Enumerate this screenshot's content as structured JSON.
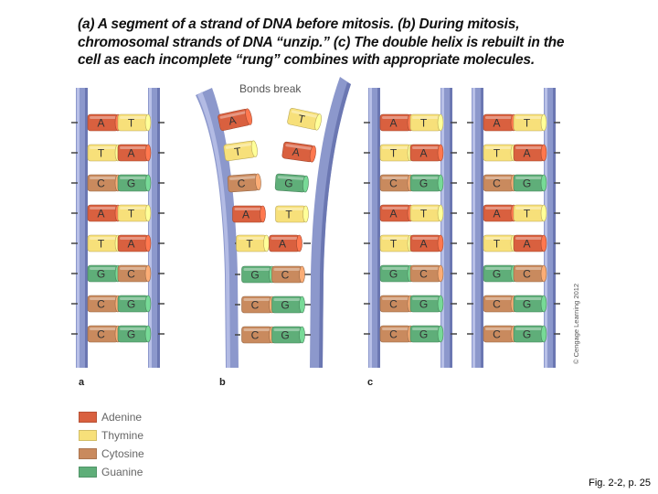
{
  "caption": "(a) A segment of a strand of DNA before mitosis. (b) During mitosis, chromosomal strands of DNA “unzip.” (c) The double helix is rebuilt in the cell as each incomplete “rung” combines with appropriate molecules.",
  "bonds_label": "Bonds break",
  "copyright": "© Cengage Learning 2012",
  "panel_labels": {
    "a": "a",
    "b": "b",
    "c": "c"
  },
  "pairs": [
    {
      "left": "A",
      "right": "T",
      "left_type": "adenine",
      "right_type": "thymine"
    },
    {
      "left": "T",
      "right": "A",
      "left_type": "thymine",
      "right_type": "adenine"
    },
    {
      "left": "C",
      "right": "G",
      "left_type": "cytosine",
      "right_type": "guanine"
    },
    {
      "left": "A",
      "right": "T",
      "left_type": "adenine",
      "right_type": "thymine"
    },
    {
      "left": "T",
      "right": "A",
      "left_type": "thymine",
      "right_type": "adenine"
    },
    {
      "left": "G",
      "right": "C",
      "left_type": "guanine",
      "right_type": "cytosine"
    },
    {
      "left": "C",
      "right": "G",
      "left_type": "cytosine",
      "right_type": "guanine"
    },
    {
      "left": "C",
      "right": "G",
      "left_type": "cytosine",
      "right_type": "guanine"
    }
  ],
  "unzipped_pairs": [
    {
      "left": "A",
      "right": "T",
      "left_type": "adenine",
      "right_type": "thymine"
    },
    {
      "left": "T",
      "right": "A",
      "left_type": "thymine",
      "right_type": "adenine"
    },
    {
      "left": "C",
      "right": "G",
      "left_type": "cytosine",
      "right_type": "guanine"
    },
    {
      "left": "A",
      "right": "T",
      "left_type": "adenine",
      "right_type": "thymine"
    },
    {
      "left": "T",
      "right": "A",
      "left_type": "thymine",
      "right_type": "adenine"
    },
    {
      "left": "G",
      "right": "C",
      "left_type": "guanine",
      "right_type": "cytosine"
    },
    {
      "left": "C",
      "right": "G",
      "left_type": "cytosine",
      "right_type": "guanine"
    },
    {
      "left": "C",
      "right": "G",
      "left_type": "cytosine",
      "right_type": "guanine"
    }
  ],
  "colors": {
    "adenine": "#d9603f",
    "thymine": "#f7e07a",
    "cytosine": "#c98a5e",
    "guanine": "#5fae79",
    "backbone": "#8c98cc"
  },
  "legend": [
    {
      "label": "Adenine",
      "type": "adenine",
      "icon": "adenine-swatch"
    },
    {
      "label": "Thymine",
      "type": "thymine",
      "icon": "thymine-swatch"
    },
    {
      "label": "Cytosine",
      "type": "cytosine",
      "icon": "cytosine-swatch"
    },
    {
      "label": "Guanine",
      "type": "guanine",
      "icon": "guanine-swatch"
    }
  ],
  "figure_ref": "Fig. 2-2, p. 25"
}
